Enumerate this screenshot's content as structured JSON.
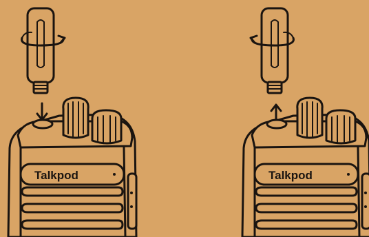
{
  "figure": {
    "background": "#d9a465",
    "ink": "#1a1410",
    "panels": [
      {
        "step": "attach",
        "arrow": "down-arrow-icon",
        "brand": "Talkpod"
      },
      {
        "step": "detach",
        "arrow": "up-arrow-icon",
        "brand": "Talkpod"
      }
    ]
  }
}
